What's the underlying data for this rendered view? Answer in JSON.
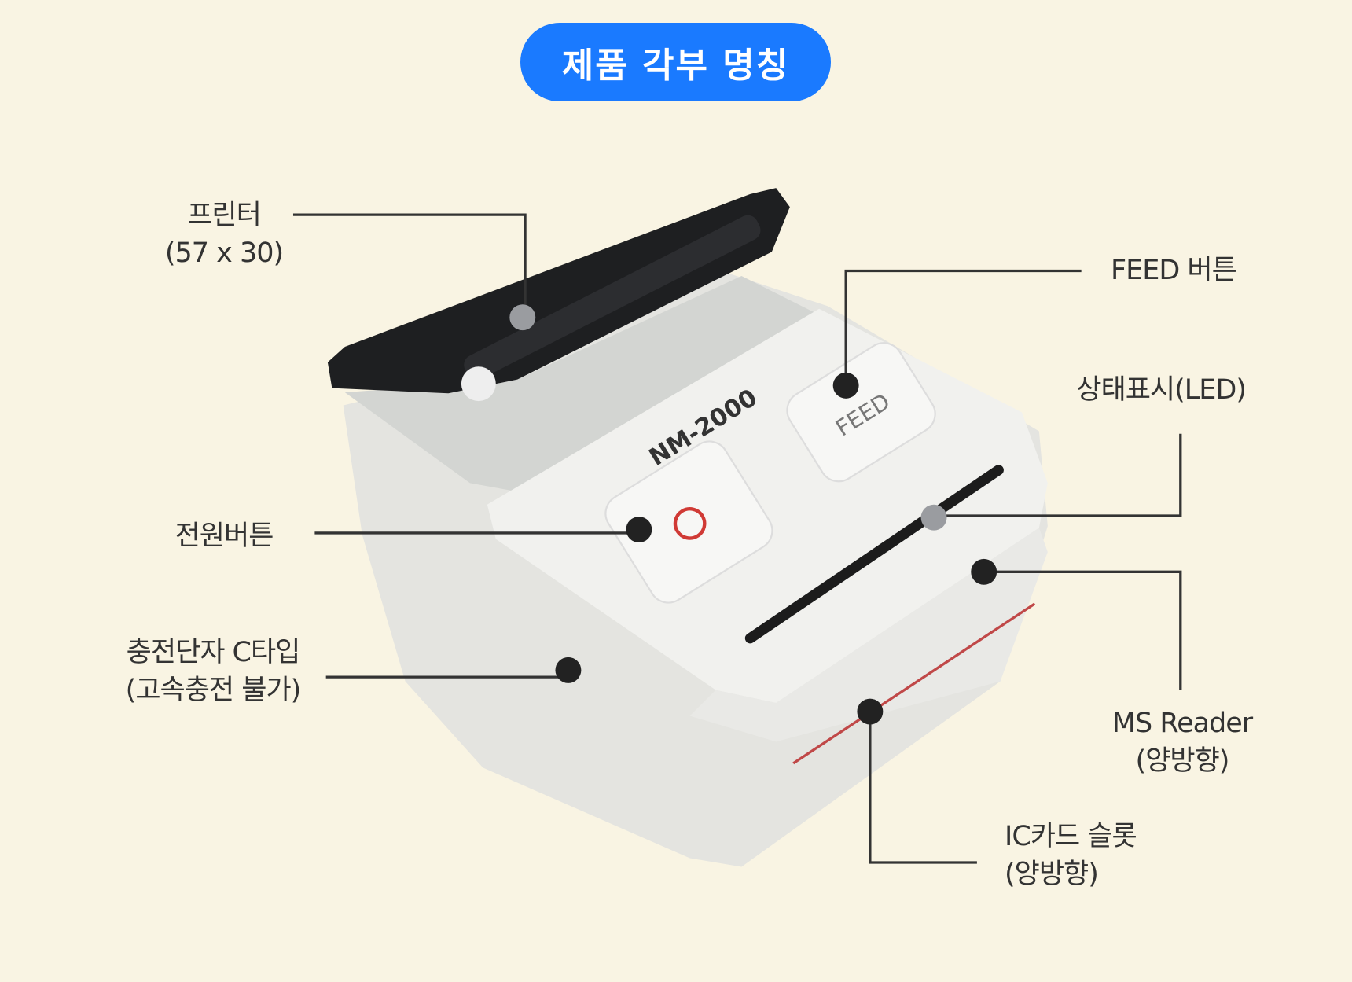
{
  "title": "제품 각부 명칭",
  "device": {
    "model": "NM-2000",
    "feed_key": "FEED"
  },
  "labels": {
    "printer": {
      "line1": "프린터",
      "line2": "(57 x 30)"
    },
    "feed": {
      "line1": "FEED 버튼"
    },
    "led": {
      "line1": "상태표시(LED)"
    },
    "power": {
      "line1": "전원버튼"
    },
    "charge": {
      "line1": "충전단자 C타입",
      "line2": "(고속충전 불가)"
    },
    "ms": {
      "line1": "MS Reader",
      "line2": "(양방향)"
    },
    "ic": {
      "line1": "IC카드 슬롯",
      "line2": "(양방향)"
    }
  },
  "colors": {
    "background": "#f9f4e3",
    "accent": "#1a7aff",
    "text": "#333333"
  }
}
